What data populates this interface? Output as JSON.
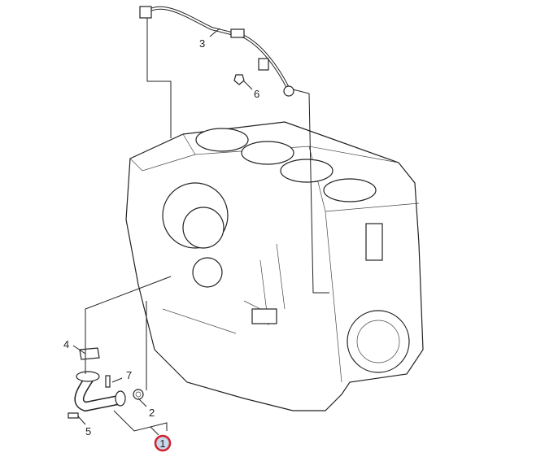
{
  "diagram": {
    "callouts": [
      {
        "id": "1",
        "highlighted": true
      },
      {
        "id": "2"
      },
      {
        "id": "3"
      },
      {
        "id": "4"
      },
      {
        "id": "5"
      },
      {
        "id": "6"
      },
      {
        "id": "7"
      }
    ],
    "colors": {
      "highlight_ring": "#d0202a",
      "highlight_fill": "#c8d8ec",
      "line": "#222222"
    }
  }
}
